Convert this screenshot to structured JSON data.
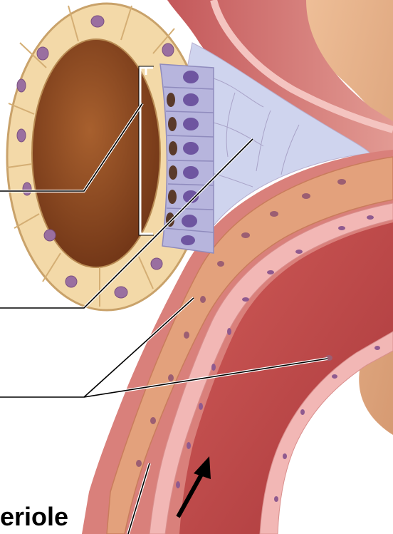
{
  "diagram": {
    "labels": [
      {
        "id": "arteriole-label",
        "text": "eriole"
      }
    ],
    "colors": {
      "tubule_wall": "#f3d9a8",
      "tubule_lumen": "#8a4a22",
      "macula_cells": "#b7b5dd",
      "mesangial_cells": "#cfd4ee",
      "juxtaglomerular_cells": "#e3a17c",
      "arteriole_wall": "#d9807b",
      "arteriole_lumen": "#c04a4c",
      "endothelium": "#f2b7b5",
      "background_tissue": "#e7b08a",
      "nucleus": "#8f5a8f",
      "leader_line": "#000000"
    },
    "flow_arrow": "blood-flow-arrow"
  }
}
